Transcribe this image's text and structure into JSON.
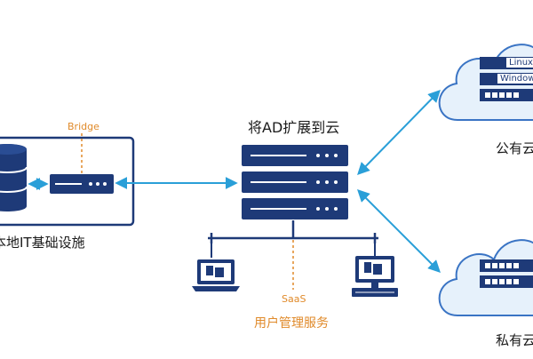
{
  "on_prem": {
    "label": "本地IT基础设施",
    "label_prefix_partial": "本",
    "bridge_label": "Bridge"
  },
  "center": {
    "title": "将AD扩展到云",
    "saas_label": "SaaS",
    "service_label": "用户管理服务"
  },
  "public_cloud": {
    "label": "公有云",
    "os_labels": [
      "Linux",
      "Windows"
    ]
  },
  "private_cloud": {
    "label": "私有云"
  },
  "colors": {
    "navy": "#1e3a78",
    "arrow_blue": "#2a9fd8",
    "orange": "#e08a2a",
    "cloud_fill": "#ffffff",
    "cloud_stroke": "#3a74c4",
    "cloud_shade": "#e6f1fb"
  }
}
